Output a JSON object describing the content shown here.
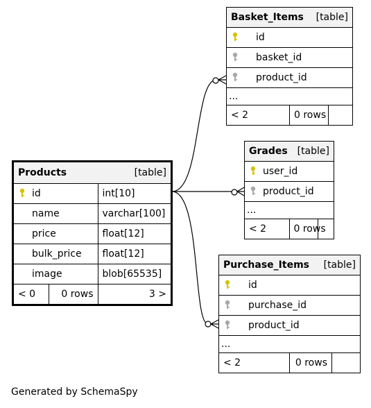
{
  "products": {
    "name": "Products",
    "kind": "[table]",
    "columns": [
      {
        "name": "id",
        "type": "int[10]",
        "key": "primary"
      },
      {
        "name": "name",
        "type": "varchar[100]",
        "key": "none"
      },
      {
        "name": "price",
        "type": "float[12]",
        "key": "none"
      },
      {
        "name": "bulk_price",
        "type": "float[12]",
        "key": "none"
      },
      {
        "name": "image",
        "type": "blob[65535]",
        "key": "none"
      }
    ],
    "footer": {
      "left": "< 0",
      "rows": "0 rows",
      "right": "3 >"
    }
  },
  "basket_items": {
    "name": "Basket_Items",
    "kind": "[table]",
    "columns": [
      {
        "name": "id",
        "key": "primary"
      },
      {
        "name": "basket_id",
        "key": "foreign"
      },
      {
        "name": "product_id",
        "key": "foreign"
      }
    ],
    "more": "...",
    "footer": {
      "left": "< 2",
      "rows": "0 rows"
    }
  },
  "grades": {
    "name": "Grades",
    "kind": "[table]",
    "columns": [
      {
        "name": "user_id",
        "key": "primary"
      },
      {
        "name": "product_id",
        "key": "foreign"
      }
    ],
    "more": "...",
    "footer": {
      "left": "< 2",
      "rows": "0 rows"
    }
  },
  "purchase_items": {
    "name": "Purchase_Items",
    "kind": "[table]",
    "columns": [
      {
        "name": "id",
        "key": "primary"
      },
      {
        "name": "purchase_id",
        "key": "foreign"
      },
      {
        "name": "product_id",
        "key": "foreign"
      }
    ],
    "more": "...",
    "footer": {
      "left": "< 2",
      "rows": "0 rows"
    }
  },
  "colors": {
    "primary_key": "#d4c400",
    "foreign_key": "#a8a8a8",
    "header_bg": "#f2f2f2"
  },
  "generated_by": "Generated by SchemaSpy"
}
